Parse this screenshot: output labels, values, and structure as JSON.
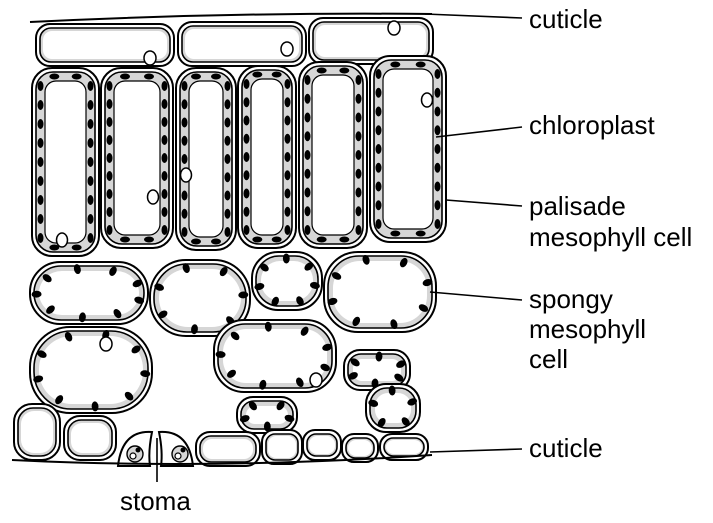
{
  "labels": {
    "cuticle_top": "cuticle",
    "chloroplast": "chloroplast",
    "palisade_line1": "palisade",
    "palisade_line2": "mesophyll cell",
    "spongy_line1": "spongy",
    "spongy_line2": "mesophyll",
    "spongy_line3": "cell",
    "cuticle_bottom": "cuticle",
    "stoma": "stoma"
  },
  "colors": {
    "outline": "#000000",
    "cytoplasm": "#d6d6d6",
    "vacuole": "#ffffff",
    "chloroplast": "#000000"
  }
}
